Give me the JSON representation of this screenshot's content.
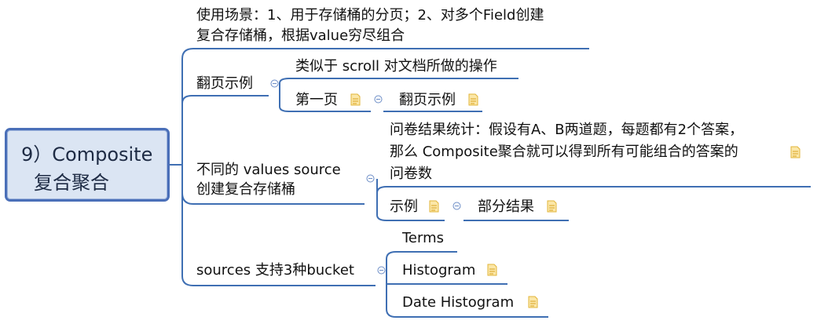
{
  "root": {
    "line1": "9）Composite",
    "line2": "复合聚合"
  },
  "branches": {
    "usage": {
      "line1": "使用场景：1、用于存储桶的分页；2、对多个Field创建",
      "line2": "复合存储桶，根据value穷尽组合"
    },
    "paging": {
      "label": "翻页示例",
      "children": {
        "scroll": "类似于 scroll 对文档所做的操作",
        "first_page": "第一页",
        "paging_example": "翻页示例"
      }
    },
    "values_source": {
      "line1": "不同的 values source",
      "line2": "创建复合存储桶",
      "children": {
        "survey": {
          "line1": "问卷结果统计：假设有A、B两道题，每题都有2个答案，",
          "line2": "那么 Composite聚合就可以得到所有可能组合的答案的",
          "line3": "问卷数"
        },
        "example": "示例",
        "partial_result": "部分结果"
      }
    },
    "sources": {
      "label": "sources 支持3种bucket",
      "children": [
        "Terms",
        "Histogram",
        "Date Histogram"
      ]
    }
  },
  "icons": {
    "note": "note-icon",
    "collapse": "collapse-toggle-icon"
  },
  "colors": {
    "line": "#3f6fb3",
    "root_border": "#4a6fb8",
    "root_fill": "#dbe5f3",
    "note": "#f2c23a"
  }
}
